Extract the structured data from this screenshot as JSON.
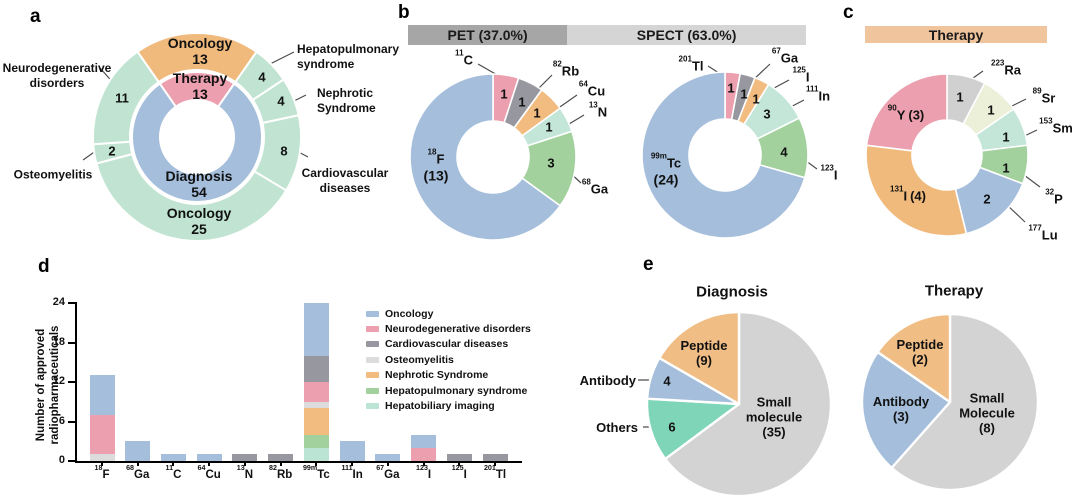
{
  "figure": {
    "panel_letters": {
      "a": "a",
      "b": "b",
      "c": "c",
      "d": "d",
      "e": "e"
    }
  },
  "headers": {
    "pet_bg": "#a6a6a6",
    "spect_bg": "#d5d5d5",
    "therapy_bg": "#f0c49c"
  },
  "chart_data": [
    {
      "id": "approved-radiopharmaceuticals-by-application",
      "type": "donut",
      "rings": {
        "inner": {
          "start_deg": -34.9,
          "slices": [
            {
              "label": "Therapy",
              "value": 13,
              "color": "#ec9fae"
            },
            {
              "label": "Diagnosis",
              "value": 54,
              "color": "#a4bedb"
            }
          ]
        },
        "outer": {
          "start_deg": -34.9,
          "slices": [
            {
              "label": "Oncology",
              "value": 13,
              "color": "#f1ba7d"
            },
            {
              "label": "Hepatopulmonary syndrome",
              "label_lines": [
                "Hepatopulmonary",
                "syndrome"
              ],
              "value": 4,
              "color": "#c0e4d1"
            },
            {
              "label": "Nephrotic Syndrome",
              "label_lines": [
                "Nephrotic",
                "Syndrome"
              ],
              "value": 4,
              "color": "#c0e4d1"
            },
            {
              "label": "Cardiovascular diseases",
              "label_lines": [
                "Cardiovascular",
                "diseases"
              ],
              "value": 8,
              "color": "#c0e4d1"
            },
            {
              "label": "Oncology",
              "value": 25,
              "color": "#c0e4d1"
            },
            {
              "label": "Osteomyelitis",
              "value": 2,
              "color": "#c0e4d1"
            },
            {
              "label": "Neurodegenerative disorders",
              "label_lines": [
                "Neurodegenerative",
                "disorders"
              ],
              "value": 11,
              "color": "#c0e4d1"
            }
          ]
        }
      }
    },
    {
      "id": "pet-isotopes",
      "type": "donut",
      "title": "PET (37.0%)",
      "start_deg": 0,
      "slices": [
        {
          "label": {
            "sup": "11",
            "base": "C"
          },
          "value": 1,
          "color": "#ec9fae"
        },
        {
          "label": {
            "sup": "82",
            "base": "Rb"
          },
          "value": 1,
          "color": "#97979f"
        },
        {
          "label": {
            "sup": "64",
            "base": "Cu"
          },
          "value": 1,
          "color": "#f2bc80"
        },
        {
          "label": {
            "sup": "13",
            "base": "N"
          },
          "value": 1,
          "color": "#c3e6d9"
        },
        {
          "label": {
            "sup": "68",
            "base": "Ga"
          },
          "value": 3,
          "color": "#a2d19e"
        },
        {
          "label": {
            "sup": "18",
            "base": "F"
          },
          "value": 13,
          "value_label": "(13)",
          "color": "#a4bedb"
        }
      ]
    },
    {
      "id": "spect-isotopes",
      "type": "donut",
      "title": "SPECT (63.0%)",
      "start_deg": 0,
      "slices": [
        {
          "label": {
            "sup": "201",
            "base": "Tl"
          },
          "value": 1,
          "color": "#ec9fae"
        },
        {
          "label": {
            "sup": "67",
            "base": "Ga"
          },
          "value": 1,
          "color": "#97979f"
        },
        {
          "label": {
            "sup": "125",
            "base": "I"
          },
          "value": 1,
          "color": "#f2bc80"
        },
        {
          "label": {
            "sup": "111",
            "base": "In"
          },
          "value": 3,
          "color": "#c3e6d9"
        },
        {
          "label": {
            "sup": "123",
            "base": "I"
          },
          "value": 4,
          "color": "#a2d19e"
        },
        {
          "label": {
            "sup": "99m",
            "base": "Tc"
          },
          "value": 24,
          "value_label": "(24)",
          "color": "#a4bedb"
        }
      ]
    },
    {
      "id": "therapy-isotopes",
      "type": "donut",
      "title": "Therapy",
      "start_deg": 0,
      "slices": [
        {
          "label": {
            "sup": "223",
            "base": "Ra"
          },
          "value": 1,
          "color": "#d0d0d0"
        },
        {
          "label": {
            "sup": "89",
            "base": "Sr"
          },
          "value": 1,
          "color": "#edf0d8"
        },
        {
          "label": {
            "sup": "153",
            "base": "Sm"
          },
          "value": 1,
          "color": "#c3e6d9"
        },
        {
          "label": {
            "sup": "32",
            "base": "P"
          },
          "value": 1,
          "color": "#a2d19e"
        },
        {
          "label": {
            "sup": "177",
            "base": "Lu"
          },
          "value": 2,
          "color": "#a4bedb"
        },
        {
          "label": {
            "sup": "131",
            "base": "I"
          },
          "value": 4,
          "value_label": "(4)",
          "color": "#f1ba7d"
        },
        {
          "label": {
            "sup": "90",
            "base": "Y"
          },
          "value": 3,
          "value_label": "(3)",
          "color": "#ec9fae"
        }
      ]
    },
    {
      "id": "approved-by-isotope",
      "type": "bar",
      "stacked": true,
      "ylabel": "Number of approved radiopharmaceuticals",
      "ylabel_lines": [
        "Number of approved",
        "radiopharmaceuticals"
      ],
      "ymax": 24,
      "yticks": [
        0,
        6,
        12,
        18,
        24
      ],
      "colors": {
        "oncology": "#a4bedb",
        "neurodegenerative": "#ec9fae",
        "cardiovascular": "#97979f",
        "osteomyelitis": "#dcdcdc",
        "nephrotic": "#f2bc80",
        "hepatopulmonary": "#a2d19e",
        "hepatobiliary": "#bce4d4"
      },
      "legend": [
        {
          "key": "oncology",
          "label": "Oncology"
        },
        {
          "key": "neurodegenerative",
          "label": "Neurodegenerative disorders"
        },
        {
          "key": "cardiovascular",
          "label": "Cardiovascular diseases"
        },
        {
          "key": "osteomyelitis",
          "label": "Osteomyelitis"
        },
        {
          "key": "nephrotic",
          "label": "Nephrotic Syndrome"
        },
        {
          "key": "hepatopulmonary",
          "label": "Hepatopulmonary syndrome"
        },
        {
          "key": "hepatobiliary",
          "label": "Hepatobiliary imaging"
        }
      ],
      "bars": [
        {
          "label": {
            "sup": "18",
            "base": "F"
          },
          "total": 13,
          "segments": [
            {
              "key": "osteomyelitis",
              "value": 1
            },
            {
              "key": "neurodegenerative",
              "value": 6
            },
            {
              "key": "oncology",
              "value": 6
            }
          ]
        },
        {
          "label": {
            "sup": "68",
            "base": "Ga"
          },
          "total": 3,
          "segments": [
            {
              "key": "oncology",
              "value": 3
            }
          ]
        },
        {
          "label": {
            "sup": "11",
            "base": "C"
          },
          "total": 1,
          "segments": [
            {
              "key": "oncology",
              "value": 1
            }
          ]
        },
        {
          "label": {
            "sup": "64",
            "base": "Cu"
          },
          "total": 1,
          "segments": [
            {
              "key": "oncology",
              "value": 1
            }
          ]
        },
        {
          "label": {
            "sup": "13",
            "base": "N"
          },
          "total": 1,
          "segments": [
            {
              "key": "cardiovascular",
              "value": 1
            }
          ]
        },
        {
          "label": {
            "sup": "82",
            "base": "Rb"
          },
          "total": 1,
          "segments": [
            {
              "key": "cardiovascular",
              "value": 1
            }
          ]
        },
        {
          "label": {
            "sup": "99m",
            "base": "Tc"
          },
          "total": 24,
          "segments": [
            {
              "key": "hepatobiliary",
              "value": 2
            },
            {
              "key": "hepatopulmonary",
              "value": 2
            },
            {
              "key": "nephrotic",
              "value": 4
            },
            {
              "key": "osteomyelitis",
              "value": 1
            },
            {
              "key": "neurodegenerative",
              "value": 3
            },
            {
              "key": "cardiovascular",
              "value": 4
            },
            {
              "key": "oncology",
              "value": 8
            }
          ]
        },
        {
          "label": {
            "sup": "111",
            "base": "In"
          },
          "total": 3,
          "segments": [
            {
              "key": "oncology",
              "value": 3
            }
          ]
        },
        {
          "label": {
            "sup": "67",
            "base": "Ga"
          },
          "total": 1,
          "segments": [
            {
              "key": "oncology",
              "value": 1
            }
          ]
        },
        {
          "label": {
            "sup": "123",
            "base": "I"
          },
          "total": 4,
          "segments": [
            {
              "key": "neurodegenerative",
              "value": 2
            },
            {
              "key": "oncology",
              "value": 2
            }
          ]
        },
        {
          "label": {
            "sup": "125",
            "base": "I"
          },
          "total": 1,
          "segments": [
            {
              "key": "cardiovascular",
              "value": 1
            }
          ]
        },
        {
          "label": {
            "sup": "201",
            "base": "Tl"
          },
          "total": 1,
          "segments": [
            {
              "key": "cardiovascular",
              "value": 1
            }
          ]
        }
      ]
    },
    {
      "id": "diagnosis-modality",
      "type": "pie",
      "title": "Diagnosis",
      "start_deg": 0,
      "slices": [
        {
          "label": "Small molecule",
          "label_lines": [
            "Small",
            "molecule",
            "(35)"
          ],
          "value": 35,
          "color": "#d3d3d3"
        },
        {
          "label": "Others",
          "value": 6,
          "color": "#7fd5b8"
        },
        {
          "label": "Antibody",
          "value": 4,
          "color": "#a4bedb"
        },
        {
          "label": "Peptide",
          "label_lines": [
            "Peptide",
            "(9)"
          ],
          "value": 9,
          "color": "#f0bd85"
        }
      ]
    },
    {
      "id": "therapy-modality",
      "type": "pie",
      "title": "Therapy",
      "start_deg": 0,
      "slices": [
        {
          "label": "Small Molecule",
          "label_lines": [
            "Small",
            "Molecule",
            "(8)"
          ],
          "value": 8,
          "color": "#d3d3d3"
        },
        {
          "label": "Antibody",
          "label_lines": [
            "Antibody",
            "(3)"
          ],
          "value": 3,
          "color": "#a4bedb"
        },
        {
          "label": "Peptide",
          "label_lines": [
            "Peptide",
            "(2)"
          ],
          "value": 2,
          "color": "#f0bd85"
        }
      ]
    }
  ]
}
